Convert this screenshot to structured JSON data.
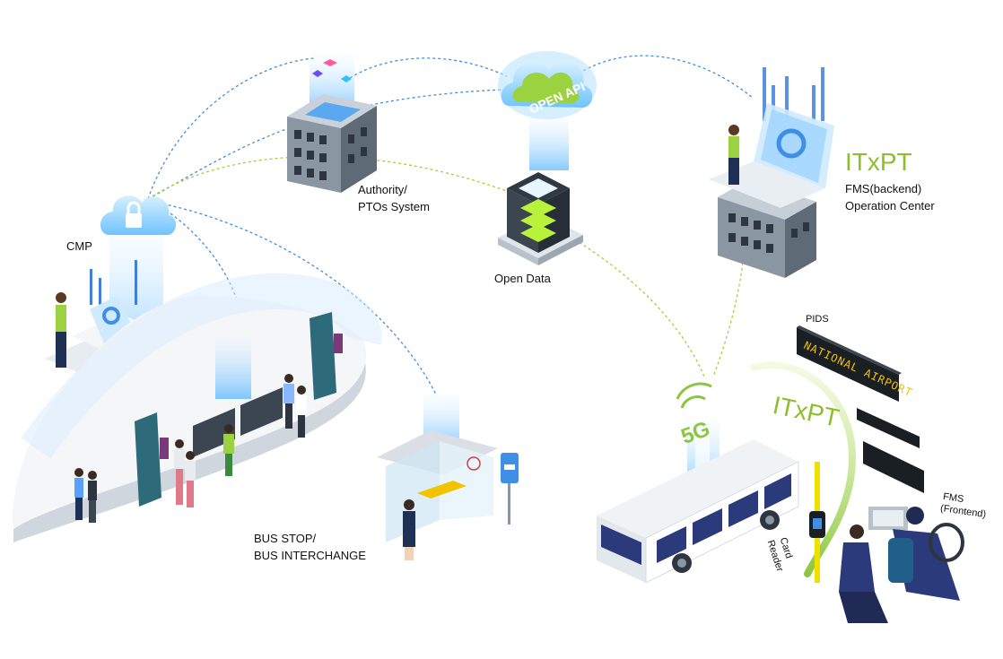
{
  "labels": {
    "authority": [
      "Authority/",
      "PTOs System"
    ],
    "open_data": "Open Data",
    "itxpt_top": "ITxPT",
    "fms_backend": [
      "FMS(backend)",
      "Operation Center"
    ],
    "cmp": "CMP",
    "bus_stop": [
      "BUS STOP/",
      "BUS INTERCHANGE"
    ],
    "pids": "PIDS",
    "pids_display": "NATIONAL AIRPORT",
    "itxpt_bus": "ITxPT",
    "five_g": "5G",
    "fms_frontend": [
      "FMS",
      "(Frontend)"
    ],
    "card_reader": [
      "Card",
      "Reader"
    ],
    "open_api": "OPEN API"
  },
  "colors": {
    "link_blue": "#3f8fd8",
    "link_green": "#a6cf3a",
    "itxpt_green": "#8cbf2a",
    "glow_blue": "#bfe3ff",
    "building_gray": "#6f7f8c",
    "bus_blue": "#2a3a7a"
  },
  "icons": [
    "lock-cloud-icon",
    "cloud-open-api-icon",
    "server-icon",
    "bus-icon",
    "bus-stop-sign-icon",
    "turnstile-icon",
    "laptop-icon",
    "building-icon"
  ]
}
